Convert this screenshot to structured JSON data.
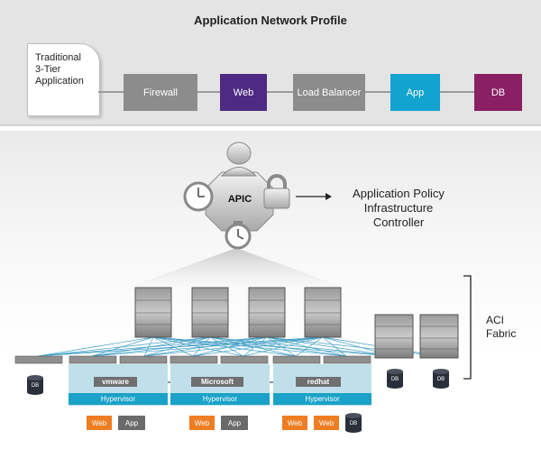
{
  "profile": {
    "title": "Application Network Profile",
    "app_doc": "Traditional\n3-Tier\nApplication",
    "chain": [
      {
        "label": "Firewall",
        "color": "#8c8c8c"
      },
      {
        "label": "Web",
        "color": "#4e2a84"
      },
      {
        "label": "Load Balancer",
        "color": "#8c8c8c"
      },
      {
        "label": "App",
        "color": "#13a3cf"
      },
      {
        "label": "DB",
        "color": "#8a1f63"
      }
    ]
  },
  "apic": {
    "label": "APIC",
    "description": "Application Policy\nInfrastructure\nController"
  },
  "fabric": {
    "label": "ACI\nFabric",
    "hosts": [
      {
        "vendor": "vmware",
        "hypervisor": "Hypervisor",
        "vms": [
          "Web",
          "App"
        ]
      },
      {
        "vendor": "Microsoft",
        "hypervisor": "Hypervisor",
        "vms": [
          "Web",
          "App"
        ]
      },
      {
        "vendor": "redhat",
        "hypervisor": "Hypervisor",
        "vms": [
          "Web",
          "Web"
        ]
      }
    ],
    "db_label": "DB",
    "colors": {
      "web": "#ef7d22",
      "app": "#6a6a6a",
      "hypervisor": "#1aa2c8",
      "host_bg": "#bfe0ea"
    }
  }
}
